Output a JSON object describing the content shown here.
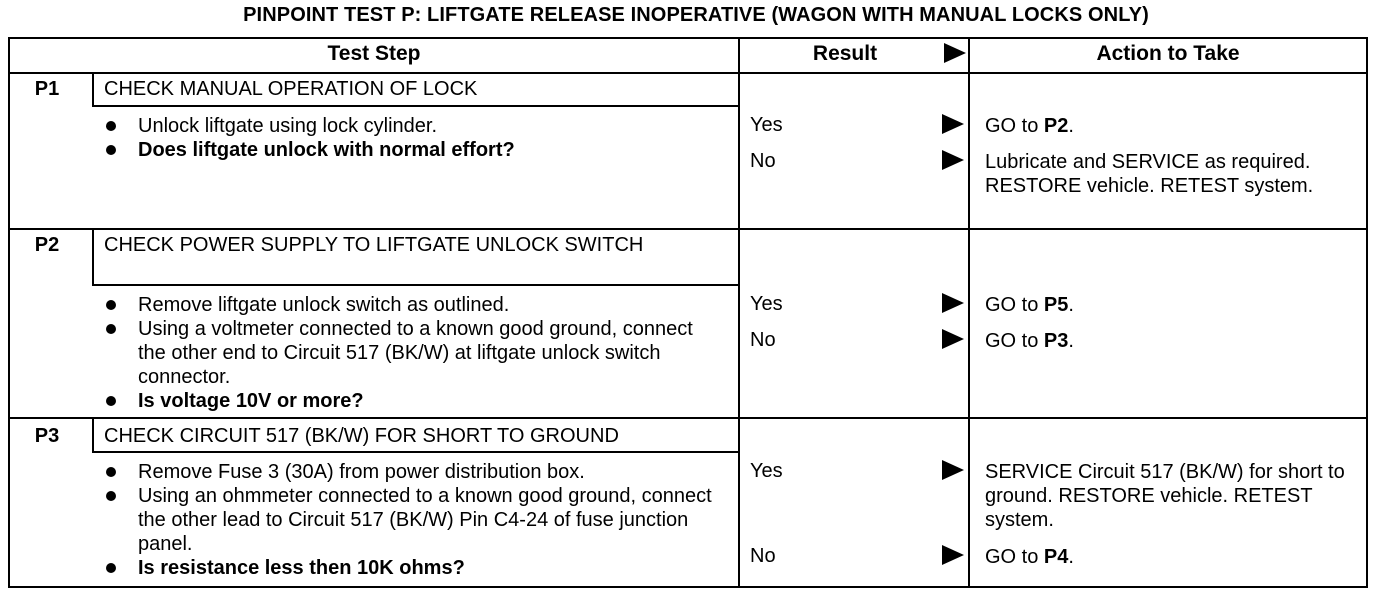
{
  "title": "PINPOINT TEST P: LIFTGATE RELEASE INOPERATIVE (WAGON WITH MANUAL LOCKS ONLY)",
  "headers": {
    "test_step": "Test Step",
    "result": "Result",
    "action": "Action to Take"
  },
  "steps": [
    {
      "id": "P1",
      "check": "CHECK MANUAL OPERATION OF LOCK",
      "bullets": [
        "Unlock liftgate using lock cylinder.",
        "Does liftgate unlock with normal effort?"
      ],
      "results": [
        {
          "result": "Yes",
          "action_prefix": "GO to ",
          "action_bold": "P2",
          "action_suffix": "."
        },
        {
          "result": "No",
          "action_prefix": "Lubricate and SERVICE as required. RESTORE vehicle. RETEST system.",
          "action_bold": "",
          "action_suffix": ""
        }
      ]
    },
    {
      "id": "P2",
      "check": "CHECK POWER SUPPLY TO LIFTGATE UNLOCK SWITCH",
      "bullets": [
        "Remove liftgate unlock switch as outlined.",
        "Using a voltmeter connected to a known good ground, connect the other end to Circuit 517 (BK/W) at liftgate unlock switch connector.",
        "Is voltage 10V or more?"
      ],
      "results": [
        {
          "result": "Yes",
          "action_prefix": "GO to ",
          "action_bold": "P5",
          "action_suffix": "."
        },
        {
          "result": "No",
          "action_prefix": "GO to ",
          "action_bold": "P3",
          "action_suffix": "."
        }
      ]
    },
    {
      "id": "P3",
      "check": "CHECK CIRCUIT 517 (BK/W) FOR SHORT TO GROUND",
      "bullets": [
        "Remove Fuse 3 (30A) from power distribution box.",
        "Using an ohmmeter connected to a known good ground, connect the other lead to Circuit 517 (BK/W) Pin C4-24 of fuse junction panel.",
        "Is resistance less then 10K ohms?"
      ],
      "results": [
        {
          "result": "Yes",
          "action_prefix": "SERVICE Circuit 517 (BK/W) for short to ground. RESTORE vehicle. RETEST system.",
          "action_bold": "",
          "action_suffix": ""
        },
        {
          "result": "No",
          "action_prefix": "GO to ",
          "action_bold": "P4",
          "action_suffix": "."
        }
      ]
    }
  ]
}
